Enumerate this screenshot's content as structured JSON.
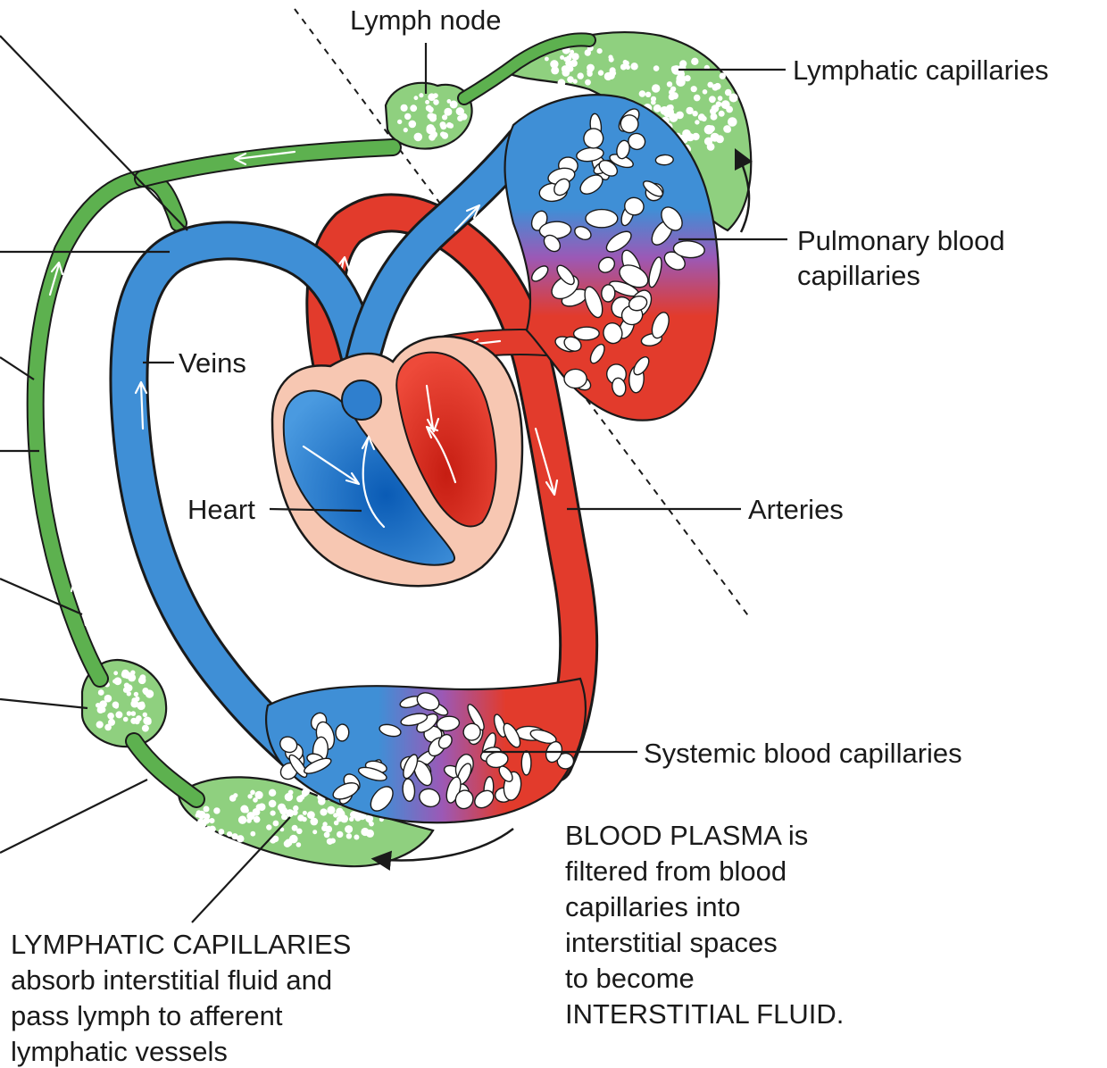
{
  "labels": {
    "lymph_node": "Lymph node",
    "lymphatic_capillaries": "Lymphatic capillaries",
    "pulmonary_1": "Pulmonary blood",
    "pulmonary_2": "capillaries",
    "veins": "Veins",
    "heart": "Heart",
    "arteries": "Arteries",
    "systemic": "Systemic blood capillaries"
  },
  "notes": {
    "plasma": [
      "BLOOD PLASMA is",
      "filtered from blood",
      "capillaries into",
      "interstitial spaces",
      "to become",
      "INTERSTITIAL FLUID."
    ],
    "lymphatic": [
      "LYMPHATIC CAPILLARIES",
      "absorb interstitial fluid and",
      "pass lymph to afferent",
      "lymphatic vessels"
    ]
  },
  "colors": {
    "vein": "#3f8fd6",
    "artery": "#e23b2c",
    "lymph": "#5db14f",
    "lymph_tissue": "#8fd07f",
    "capillary_mix": "#9b59b6",
    "heart_wall": "#f7c7b2"
  }
}
